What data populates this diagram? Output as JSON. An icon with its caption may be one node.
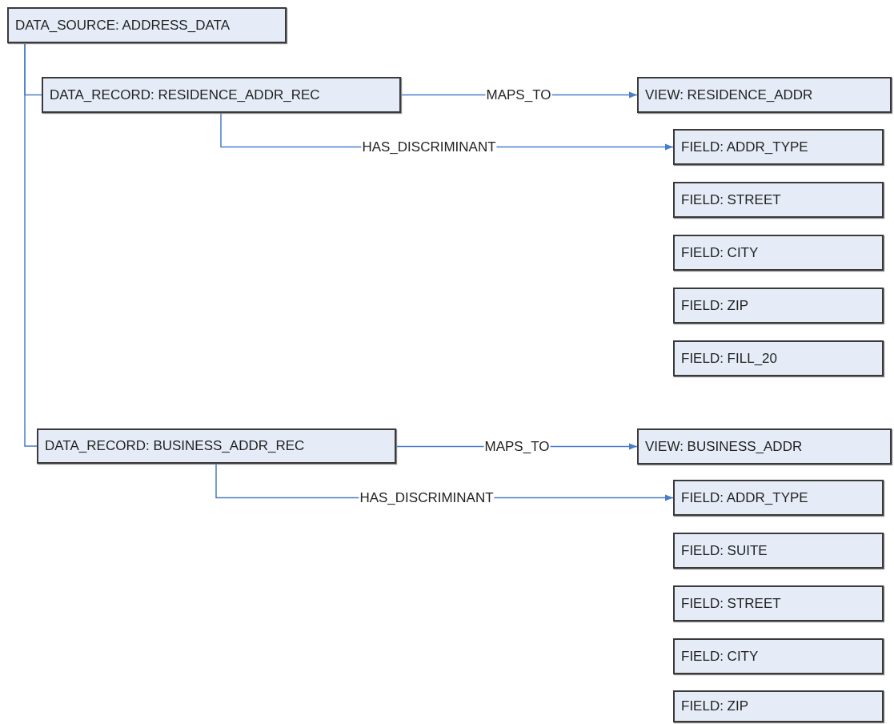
{
  "diagram": {
    "nodes": [
      {
        "text": [
          "DATA_SOURCE: ADDRESS_DATA"
        ]
      },
      {
        "text": [
          "DATA_RECORD: RESIDENCE_ADDR_REC"
        ]
      },
      {
        "text": [
          "VIEW: RESIDENCE_ADDR"
        ]
      },
      {
        "text": [
          "FIELD: ADDR_TYPE"
        ]
      },
      {
        "text": [
          "FIELD: STREET"
        ]
      },
      {
        "text": [
          "FIELD: CITY"
        ]
      },
      {
        "text": [
          "FIELD: ZIP"
        ]
      },
      {
        "text": [
          "FIELD: FILL_20"
        ]
      },
      {
        "text": [
          "DATA_RECORD: BUSINESS_ADDR_REC"
        ]
      },
      {
        "text": [
          "VIEW: BUSINESS_ADDR"
        ]
      },
      {
        "text": [
          "FIELD: ADDR_TYPE"
        ]
      },
      {
        "text": [
          "FIELD: SUITE"
        ]
      },
      {
        "text": [
          "FIELD: STREET"
        ]
      },
      {
        "text": [
          "FIELD: CITY"
        ]
      },
      {
        "text": [
          "FIELD: ZIP"
        ]
      }
    ],
    "edges": [
      {
        "from": 0,
        "to": 1,
        "arrow": "none"
      },
      {
        "from": 0,
        "to": 8,
        "arrow": "none"
      },
      {
        "from": 1,
        "to": 2,
        "arrow": "to",
        "label": "MAPS_TO"
      },
      {
        "from": 1,
        "to": 3,
        "arrow": "to",
        "label": "HAS_DISCRIMINANT"
      },
      {
        "from": 8,
        "to": 9,
        "arrow": "to",
        "label": "MAPS_TO"
      },
      {
        "from": 8,
        "to": 10,
        "arrow": "to",
        "label": "HAS_DISCRIMINANT"
      }
    ]
  }
}
